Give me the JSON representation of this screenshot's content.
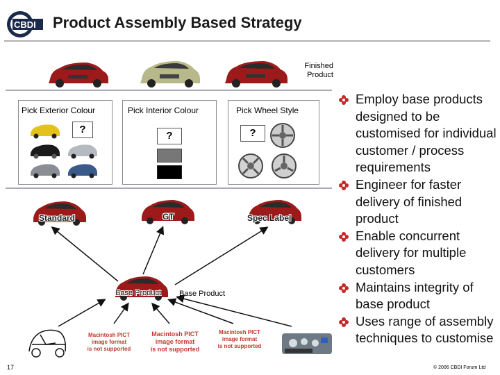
{
  "header": {
    "logo_text": "CBDI",
    "title": "Product Assembly Based Strategy"
  },
  "top": {
    "finished_label_1": "Finished",
    "finished_label_2": "Product"
  },
  "steps": {
    "exterior": {
      "label": "Pick Exterior Colour",
      "q": "?"
    },
    "interior": {
      "label": "Pick Interior Colour",
      "q": "?"
    },
    "wheel": {
      "label": "Pick Wheel Style",
      "q": "?"
    }
  },
  "variants": {
    "standard": "Standard",
    "gt": "GT",
    "spec": "Spec Label"
  },
  "base": {
    "car_label": "Base Product",
    "side_label": "Base Product"
  },
  "pict": {
    "line1": "Macintosh PICT",
    "line2": "image format",
    "line3": "is not supported"
  },
  "bullets": [
    "Employ base products designed to be customised for individual customer / process requirements",
    "Engineer for faster delivery of finished product",
    "Enable concurrent delivery for multiple customers",
    "Maintains integrity of base product",
    "Uses range of assembly techniques to customise"
  ],
  "footer": {
    "page": "17",
    "copyright": "© 2006 CBDI Forum Ltd"
  },
  "colors": {
    "car_red": "#9c1a1a",
    "car_green": "#b8b98a",
    "bullet_red": "#c62828"
  }
}
